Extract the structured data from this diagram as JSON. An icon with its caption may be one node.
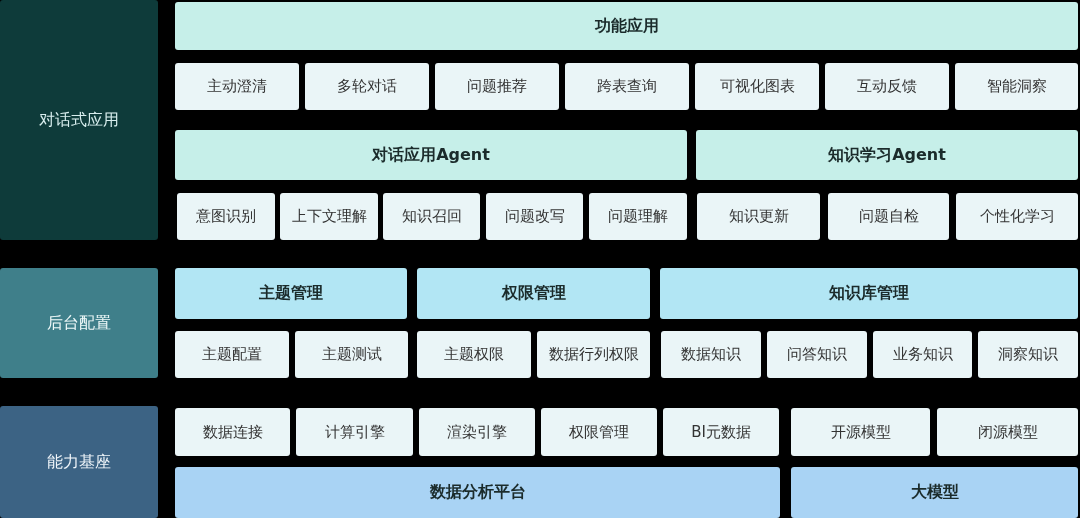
{
  "diagram": {
    "nodes": [
      {
        "text": [
          "对话式应用"
        ]
      },
      {
        "text": [
          "功能应用"
        ]
      },
      {
        "text": [
          "主动澄清"
        ]
      },
      {
        "text": [
          "多轮对话"
        ]
      },
      {
        "text": [
          "问题推荐"
        ]
      },
      {
        "text": [
          "跨表查询"
        ]
      },
      {
        "text": [
          "可视化图表"
        ]
      },
      {
        "text": [
          "互动反馈"
        ]
      },
      {
        "text": [
          "智能洞察"
        ]
      },
      {
        "text": [
          "对话应用Agent"
        ]
      },
      {
        "text": [
          "知识学习Agent"
        ]
      },
      {
        "text": [
          "意图识别"
        ]
      },
      {
        "text": [
          "上下文理解"
        ]
      },
      {
        "text": [
          "知识召回"
        ]
      },
      {
        "text": [
          "问题改写"
        ]
      },
      {
        "text": [
          "问题理解"
        ]
      },
      {
        "text": [
          "知识更新"
        ]
      },
      {
        "text": [
          "问题自检"
        ]
      },
      {
        "text": [
          "个性化学习"
        ]
      },
      {
        "text": [
          "后台配置"
        ]
      },
      {
        "text": [
          "主题管理"
        ]
      },
      {
        "text": [
          "权限管理"
        ]
      },
      {
        "text": [
          "知识库管理"
        ]
      },
      {
        "text": [
          "主题配置"
        ]
      },
      {
        "text": [
          "主题测试"
        ]
      },
      {
        "text": [
          "主题权限"
        ]
      },
      {
        "text": [
          "数据行列权限"
        ]
      },
      {
        "text": [
          "数据知识"
        ]
      },
      {
        "text": [
          "问答知识"
        ]
      },
      {
        "text": [
          "业务知识"
        ]
      },
      {
        "text": [
          "洞察知识"
        ]
      },
      {
        "text": [
          "能力基座"
        ]
      },
      {
        "text": [
          "数据连接"
        ]
      },
      {
        "text": [
          "计算引擎"
        ]
      },
      {
        "text": [
          "渲染引擎"
        ]
      },
      {
        "text": [
          "权限管理"
        ]
      },
      {
        "text": [
          "BI元数据"
        ]
      },
      {
        "text": [
          "开源模型"
        ]
      },
      {
        "text": [
          "闭源模型"
        ]
      },
      {
        "text": [
          "数据分析平台"
        ]
      },
      {
        "text": [
          "大模型"
        ]
      }
    ],
    "edges": []
  }
}
